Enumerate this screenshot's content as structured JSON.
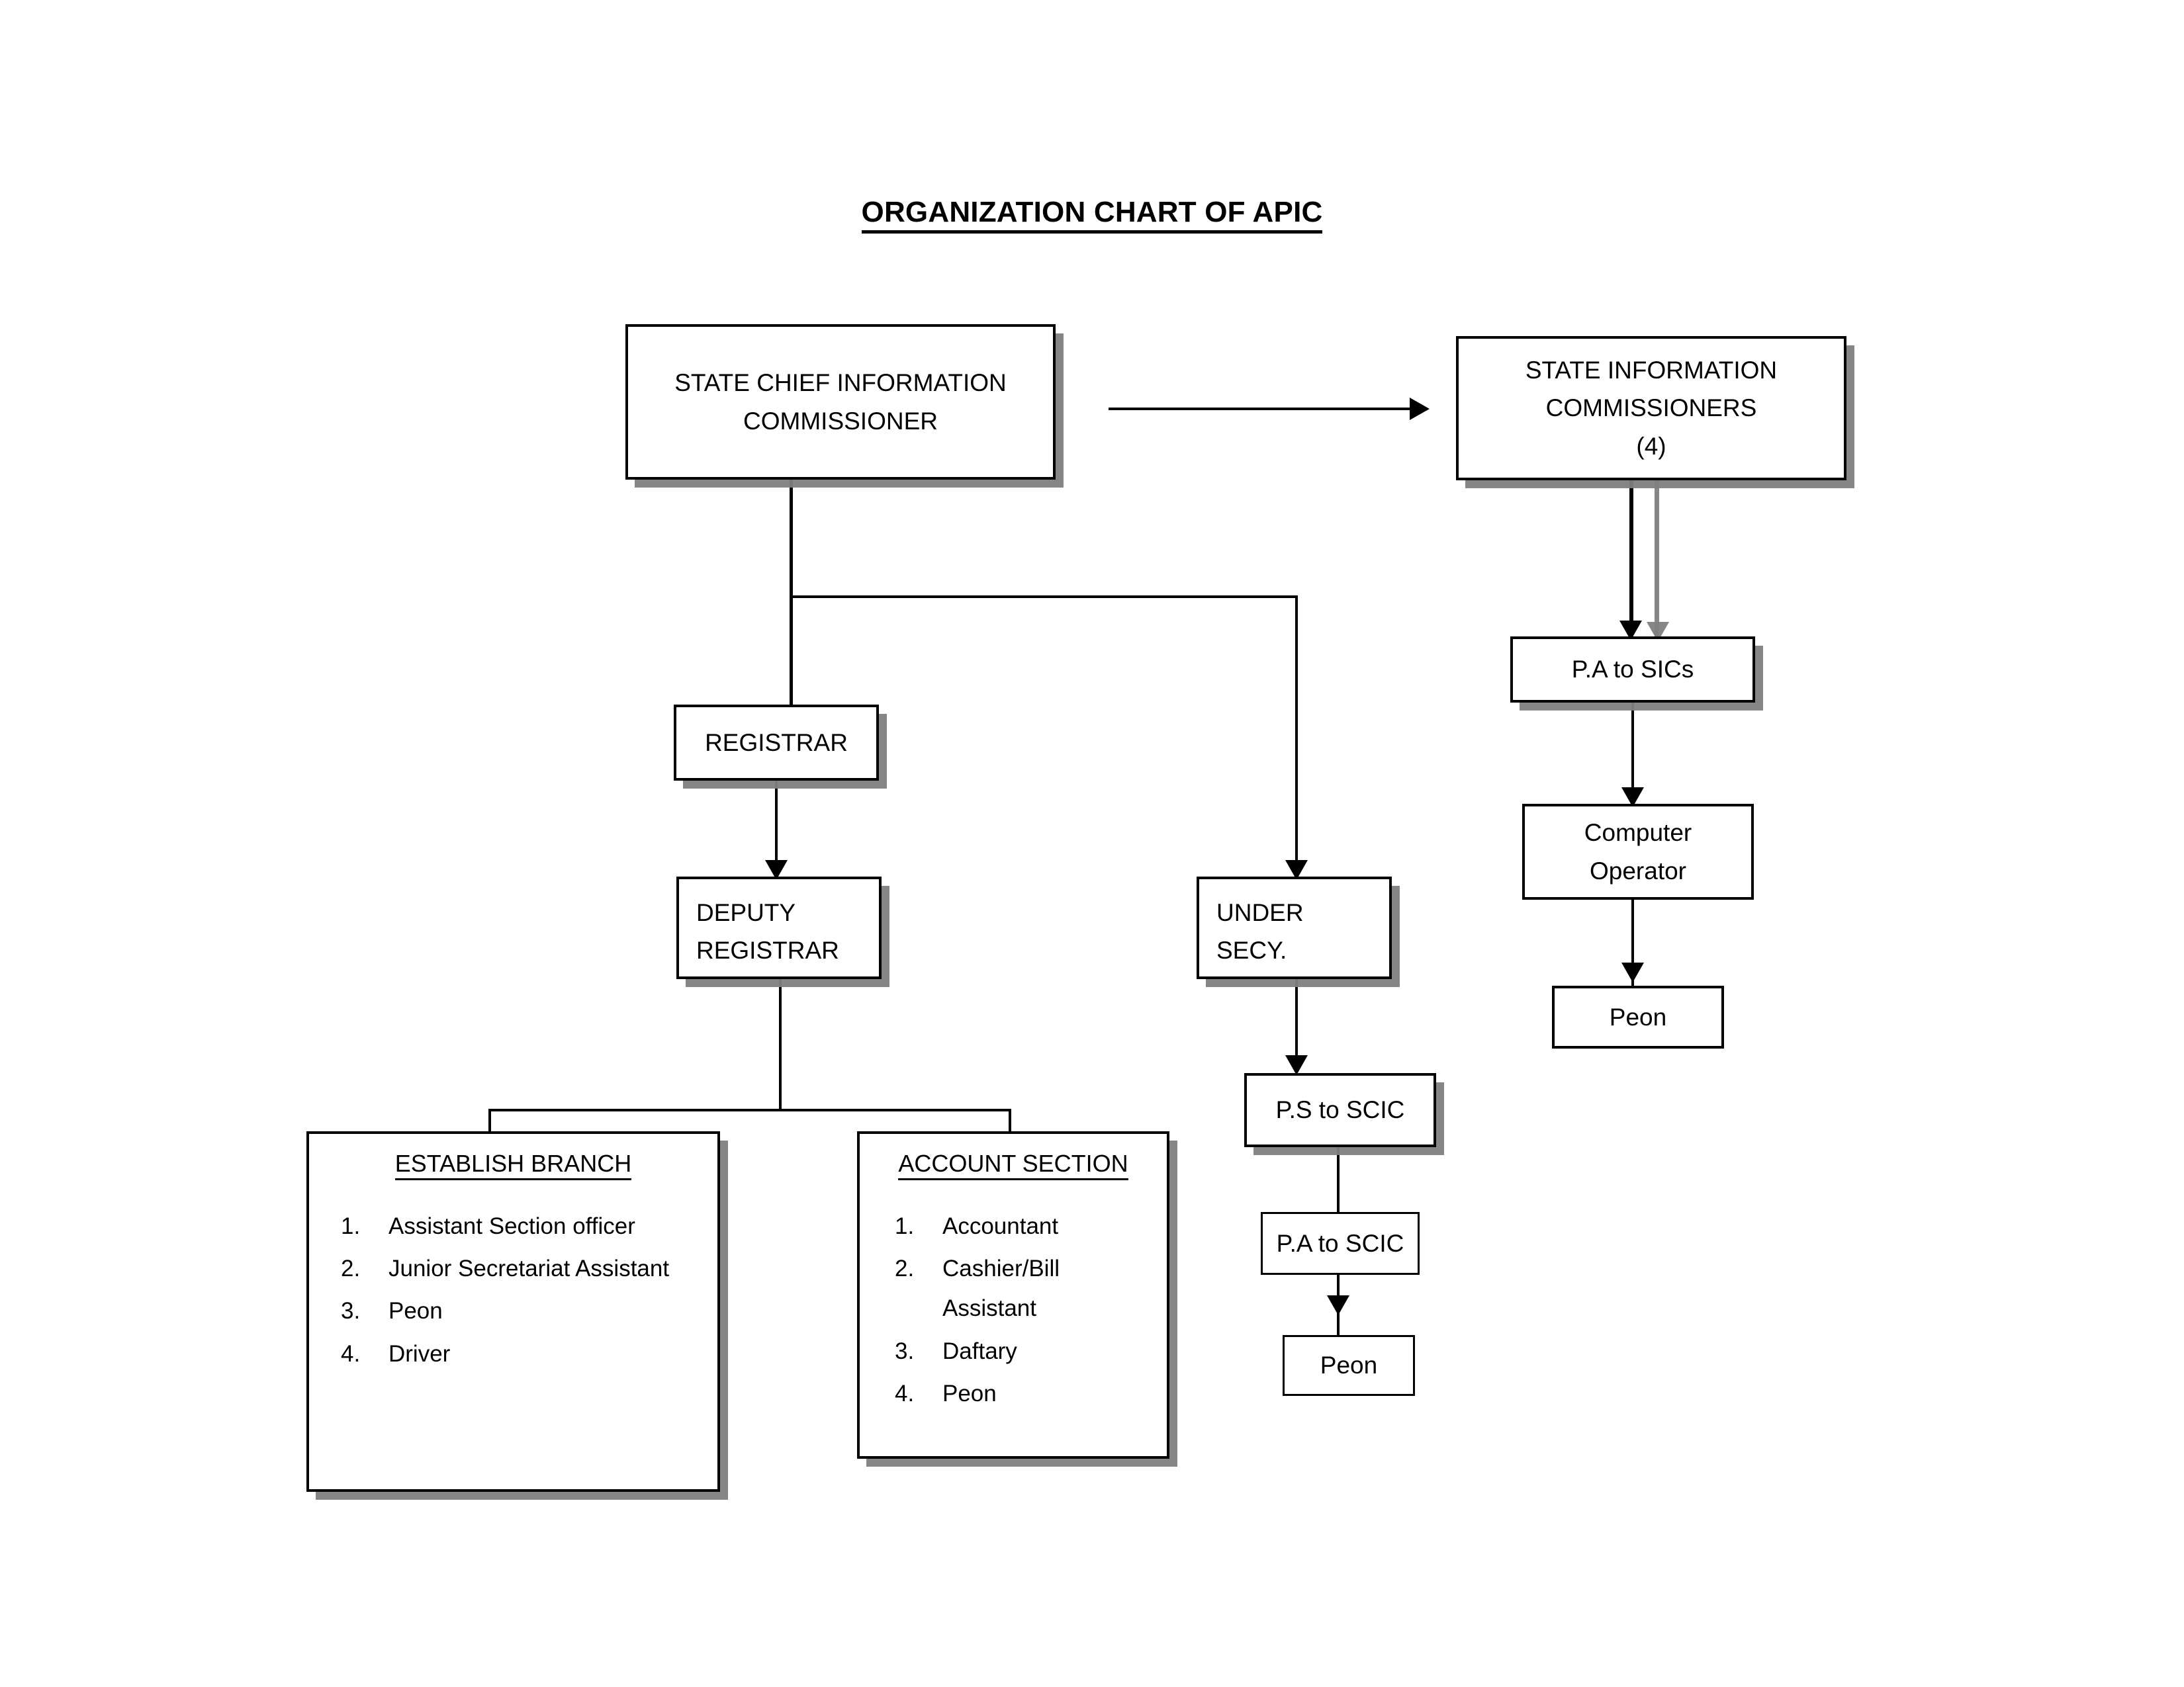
{
  "document": {
    "title": "ORGANIZATION CHART OF APIC"
  },
  "nodes": {
    "state_chief_information_commissioner": "STATE CHIEF INFORMATION\nCOMMISSIONER",
    "state_information_commissioners": "STATE INFORMATION\nCOMMISSIONERS\n(4)",
    "registrar": "REGISTRAR",
    "deputy_registrar": "DEPUTY\nREGISTRAR",
    "under_secy": "UNDER\nSECY.",
    "pa_to_sics": "P.A to SICs",
    "computer_operator": "Computer\nOperator",
    "peon_right": "Peon",
    "ps_to_scic": "P.S to SCIC",
    "pa_to_scic": "P.A to SCIC",
    "peon_middle": "Peon"
  },
  "establish_branch": {
    "heading": "ESTABLISH BRANCH",
    "items": [
      "Assistant  Section officer",
      "Junior Secretariat Assistant",
      "Peon",
      "Driver"
    ]
  },
  "account_section": {
    "heading": "ACCOUNT SECTION",
    "items": [
      "Accountant",
      "Cashier/Bill Assistant",
      "Daftary",
      "Peon"
    ]
  },
  "colors": {
    "line": "#000000",
    "box_fill": "#ffffff",
    "shadow": "#808080",
    "page": "#ffffff"
  },
  "chart_data": {
    "type": "diagram",
    "title": "ORGANIZATION CHART OF APIC",
    "diagram_kind": "organization-chart",
    "nodes": [
      {
        "id": "scic",
        "label": "STATE CHIEF INFORMATION COMMISSIONER",
        "level": 0
      },
      {
        "id": "sics",
        "label": "STATE INFORMATION COMMISSIONERS (4)",
        "level": 0,
        "count": 4
      },
      {
        "id": "registrar",
        "label": "REGISTRAR",
        "level": 1
      },
      {
        "id": "under_secy",
        "label": "UNDER SECY.",
        "level": 1
      },
      {
        "id": "pa_to_sics",
        "label": "P.A to SICs",
        "level": 1
      },
      {
        "id": "deputy_registrar",
        "label": "DEPUTY REGISTRAR",
        "level": 2
      },
      {
        "id": "ps_to_scic",
        "label": "P.S to SCIC",
        "level": 2
      },
      {
        "id": "computer_operator",
        "label": "Computer Operator",
        "level": 2
      },
      {
        "id": "establish_branch",
        "label": "ESTABLISH BRANCH",
        "level": 3
      },
      {
        "id": "account_section",
        "label": "ACCOUNT SECTION",
        "level": 3
      },
      {
        "id": "pa_to_scic",
        "label": "P.A to SCIC",
        "level": 3
      },
      {
        "id": "peon_right",
        "label": "Peon",
        "level": 3
      },
      {
        "id": "peon_middle",
        "label": "Peon",
        "level": 4
      }
    ],
    "edges": [
      {
        "from": "scic",
        "to": "sics",
        "style": "arrow-right"
      },
      {
        "from": "scic",
        "to": "registrar",
        "style": "elbow"
      },
      {
        "from": "scic",
        "to": "under_secy",
        "style": "elbow-arrow"
      },
      {
        "from": "registrar",
        "to": "deputy_registrar",
        "style": "arrow-down"
      },
      {
        "from": "deputy_registrar",
        "to": "establish_branch",
        "style": "split-arrow"
      },
      {
        "from": "deputy_registrar",
        "to": "account_section",
        "style": "split-arrow"
      },
      {
        "from": "under_secy",
        "to": "ps_to_scic",
        "style": "arrow-down"
      },
      {
        "from": "ps_to_scic",
        "to": "pa_to_scic",
        "style": "arrow-down"
      },
      {
        "from": "pa_to_scic",
        "to": "peon_middle",
        "style": "arrow-down"
      },
      {
        "from": "sics",
        "to": "pa_to_sics",
        "style": "arrow-down"
      },
      {
        "from": "pa_to_sics",
        "to": "computer_operator",
        "style": "arrow-down"
      },
      {
        "from": "computer_operator",
        "to": "peon_right",
        "style": "arrow-down"
      }
    ]
  }
}
